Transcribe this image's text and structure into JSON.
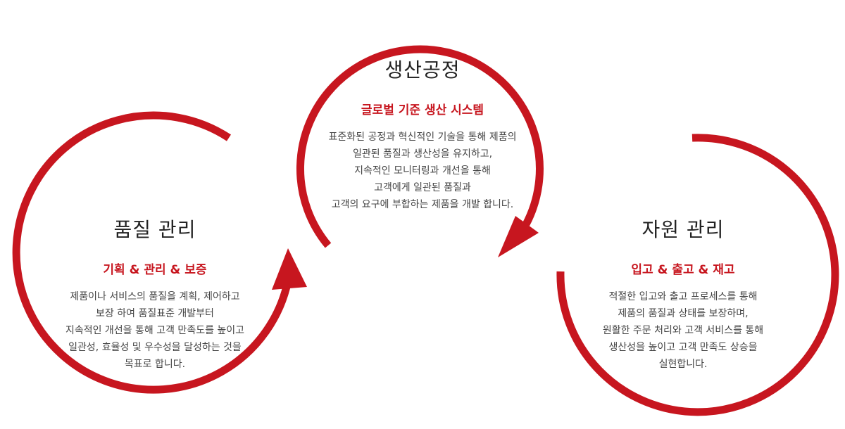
{
  "colors": {
    "ring": "#c7161f",
    "accent": "#c7161f",
    "title": "#222222",
    "body": "#444444"
  },
  "production": {
    "title": "생산공정",
    "subtitle": "글로벌 기준 생산 시스템",
    "lines": [
      "표준화된 공정과 혁신적인 기술을 통해 제품의",
      "일관된 품질과 생산성을 유지하고,",
      "지속적인 모니터링과 개선을 통해",
      "고객에게 일관된 품질과",
      "고객의 요구에 부합하는 제품을 개발 합니다."
    ]
  },
  "quality": {
    "title": "품질 관리",
    "subtitle": "기획 & 관리 & 보증",
    "lines": [
      "제품이나 서비스의 품질을 계획, 제어하고",
      "보장 하여 품질표준 개발부터",
      "지속적인 개선을 통해 고객 만족도를 높이고",
      "일관성, 효율성 및 우수성을 달성하는 것을",
      "목표로 합니다."
    ]
  },
  "resource": {
    "title": "자원 관리",
    "subtitle": "입고 & 출고 & 재고",
    "lines": [
      "적절한 입고와 출고 프로세스를 통해",
      "제품의 품질과 상태를 보장하며,",
      "원활한 주문 처리와 고객 서비스를 통해",
      "생산성을 높이고 고객 만족도 상승을",
      "실현합니다."
    ]
  }
}
